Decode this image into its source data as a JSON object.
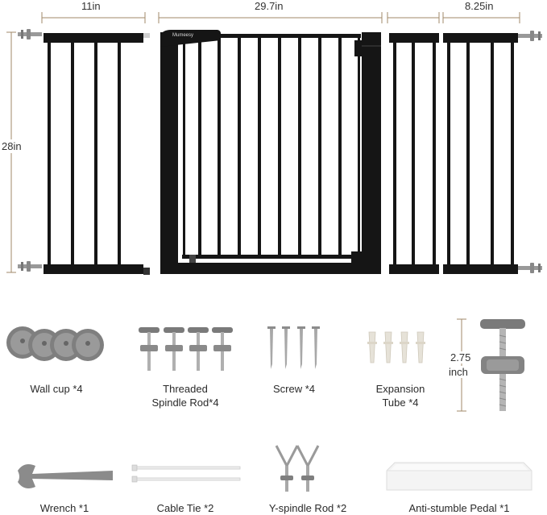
{
  "dimensions": {
    "top_left": "11in",
    "top_center": "29.7in",
    "top_right": "8.25in",
    "height": "28in",
    "spindle_height_value": "2.75",
    "spindle_height_unit": "inch"
  },
  "brand_logo": "Mumeesy",
  "parts": [
    {
      "name": "Wall cup",
      "qty": "*4",
      "label": "Wall cup *4"
    },
    {
      "name": "Threaded Spindle Rod",
      "qty": "*4",
      "label_line1": "Threaded",
      "label_line2": "Spindle Rod*4"
    },
    {
      "name": "Screw",
      "qty": "*4",
      "label": "Screw *4"
    },
    {
      "name": "Expansion Tube",
      "qty": "*4",
      "label_line1": "Expansion",
      "label_line2": "Tube *4"
    },
    {
      "name": "Wrench",
      "qty": "*1",
      "label": "Wrench *1"
    },
    {
      "name": "Cable Tie",
      "qty": "*2",
      "label": "Cable Tie *2"
    },
    {
      "name": "Y-spindle Rod",
      "qty": "*2",
      "label": "Y-spindle Rod *2"
    },
    {
      "name": "Anti-stumble Pedal",
      "qty": "*1",
      "label": "Anti-stumble Pedal *1"
    }
  ],
  "colors": {
    "gate": "#151515",
    "dimension_line": "#a08a6a",
    "part_gray": "#8d8d8d",
    "background": "#ffffff"
  }
}
